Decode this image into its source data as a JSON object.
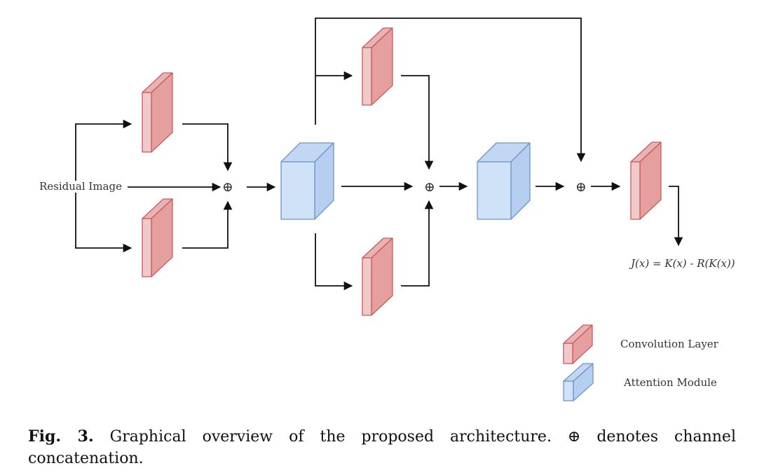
{
  "diagram": {
    "input_label": "Residual Image",
    "concat_symbol": "⊕",
    "formula": "J(x) = K(x) - R(K(x))",
    "legend": {
      "conv_label": "Convolution Layer",
      "attention_label": "Attention Module"
    },
    "colors": {
      "conv_front": "#f2c9c9",
      "conv_side": "#e59f9f",
      "conv_top": "#eab3b3",
      "conv_stroke": "#c85a5a",
      "attn_front": "#d0e2f8",
      "attn_side": "#b6cff0",
      "attn_top": "#c3d7f2",
      "attn_stroke": "#6e93c8"
    }
  },
  "caption": {
    "label": "Fig. 3.",
    "text": "Graphical overview of the proposed architecture. ⊕ denotes channel concatenation."
  }
}
